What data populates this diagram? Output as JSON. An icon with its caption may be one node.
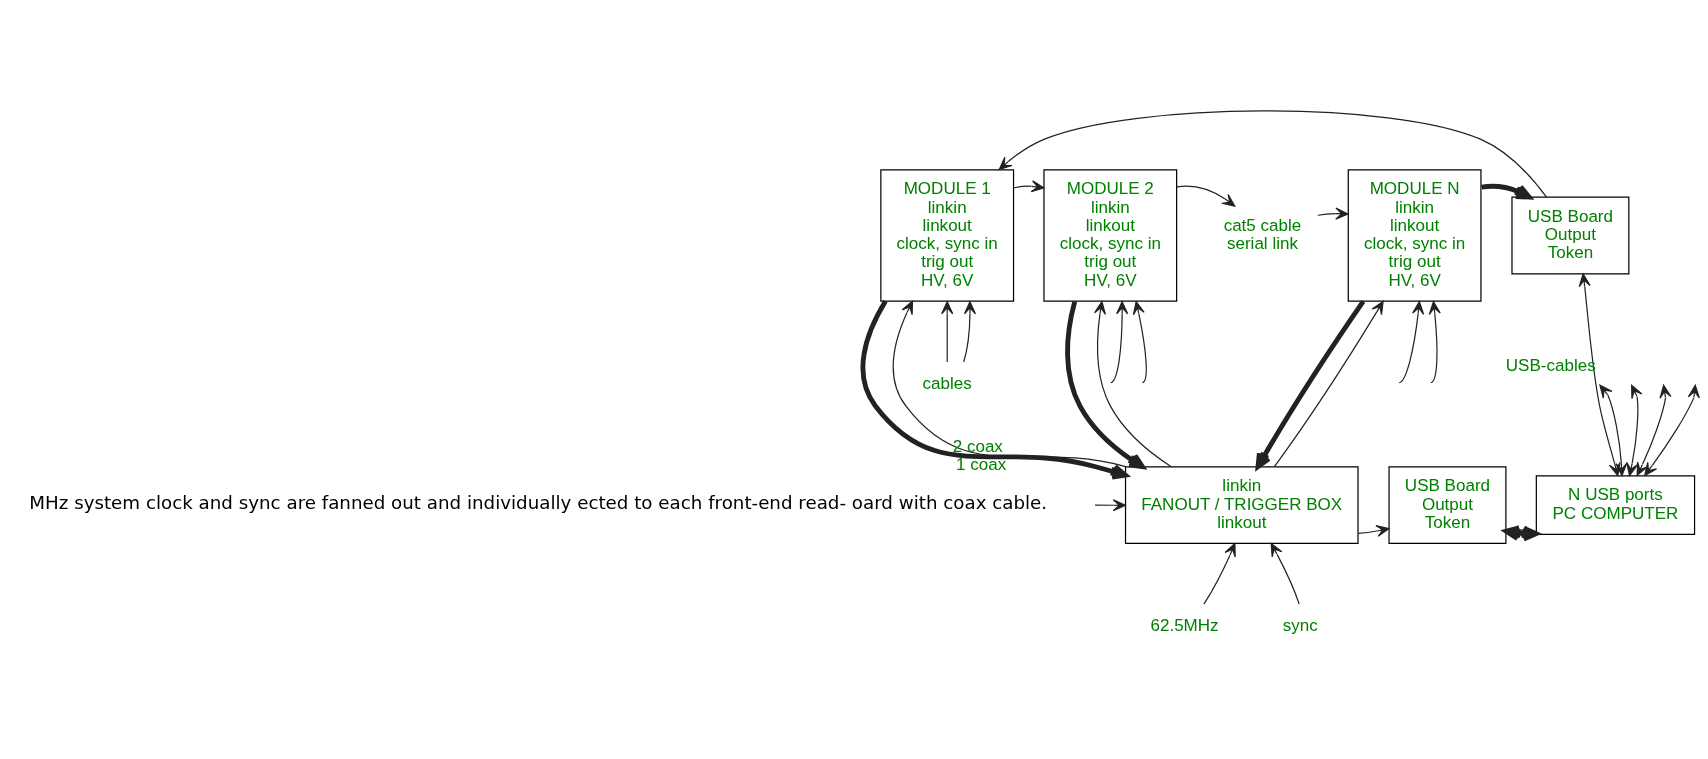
{
  "diagram": {
    "nodes": [
      {
        "text": [
          "MODULE 1",
          "linkin",
          "linkout",
          "clock, sync in",
          "trig out",
          "HV, 6V"
        ]
      },
      {
        "text": [
          "MODULE 2",
          "linkin",
          "linkout",
          "clock, sync in",
          "trig out",
          "HV, 6V"
        ]
      },
      {
        "text": [
          "cat5 cable",
          "serial link"
        ]
      },
      {
        "text": [
          "MODULE N",
          "linkin",
          "linkout",
          "clock, sync in",
          "trig out",
          "HV, 6V"
        ]
      },
      {
        "text": [
          "USB Board",
          "Output",
          "Token"
        ]
      },
      {
        "text": [
          "linkin",
          "FANOUT / TRIGGER BOX",
          "linkout"
        ]
      },
      {
        "text": [
          "USB Board",
          "Output",
          "Token"
        ]
      },
      {
        "text": [
          "N USB ports",
          "PC COMPUTER"
        ]
      },
      {
        "text": [
          "62.5MHz"
        ]
      },
      {
        "text": [
          "sync"
        ]
      },
      {
        "text": [
          "cables"
        ]
      }
    ],
    "edges": [
      {
        "from": 4,
        "to": 0,
        "arrow": "to"
      },
      {
        "from": 0,
        "to": 1,
        "arrow": "to"
      },
      {
        "from": 1,
        "to": 2,
        "arrow": "to"
      },
      {
        "from": 2,
        "to": 3,
        "arrow": "to"
      },
      {
        "from": 3,
        "to": 4,
        "arrow": "to",
        "style": "thick"
      },
      {
        "from": 5,
        "to": 0,
        "arrow": "to",
        "label": "2 coax"
      },
      {
        "from": 0,
        "to": 5,
        "arrow": "to",
        "label": "1 coax",
        "style": "thick"
      },
      {
        "from": 5,
        "to": 1,
        "arrow": "to"
      },
      {
        "from": 1,
        "to": 5,
        "arrow": "to",
        "style": "thick"
      },
      {
        "from": 5,
        "to": 3,
        "arrow": "to"
      },
      {
        "from": 3,
        "to": 5,
        "arrow": "to",
        "style": "thick"
      },
      {
        "from": 10,
        "to": 0,
        "arrow": "to"
      },
      {
        "from": 10,
        "to": 0,
        "arrow": "to"
      },
      {
        "from": null,
        "to": 1,
        "arrow": "to"
      },
      {
        "from": null,
        "to": 1,
        "arrow": "to"
      },
      {
        "from": null,
        "to": 3,
        "arrow": "to"
      },
      {
        "from": null,
        "to": 3,
        "arrow": "to"
      },
      {
        "from": 4,
        "to": 7,
        "arrow": "both",
        "label": "USB-cables"
      },
      {
        "from": null,
        "to": 5,
        "arrow": "to"
      },
      {
        "from": 5,
        "to": 6,
        "arrow": "to"
      },
      {
        "from": 6,
        "to": 7,
        "arrow": "both",
        "style": "thick"
      },
      {
        "from": 8,
        "to": 5,
        "arrow": "to"
      },
      {
        "from": 9,
        "to": 5,
        "arrow": "to"
      },
      {
        "from": null,
        "to": 7,
        "arrow": "both"
      },
      {
        "from": null,
        "to": 7,
        "arrow": "both"
      },
      {
        "from": null,
        "to": 7,
        "arrow": "both"
      },
      {
        "from": null,
        "to": 7,
        "arrow": "both"
      }
    ],
    "labels": [
      "MHz system clock and sync are fanned out and individually ected to each front-end read- oard with coax cable."
    ]
  }
}
